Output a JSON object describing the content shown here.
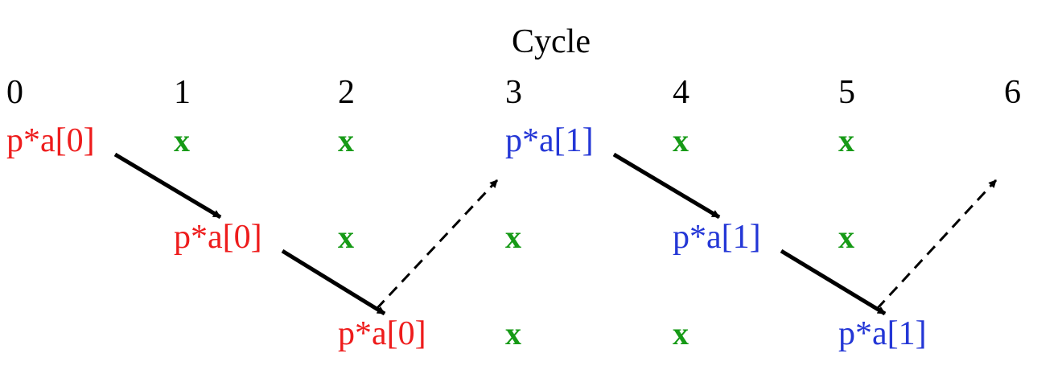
{
  "header": {
    "title": "Cycle"
  },
  "cycles": [
    "0",
    "1",
    "2",
    "3",
    "4",
    "5",
    "6"
  ],
  "colors": {
    "red": "#ee1c1c",
    "blue": "#2437d6",
    "green": "#169a16",
    "arrow": "#000000"
  },
  "rows": [
    {
      "cells": [
        {
          "col": 0,
          "text": "p*a[0]",
          "color": "red"
        },
        {
          "col": 1,
          "text": "x",
          "color": "green"
        },
        {
          "col": 2,
          "text": "x",
          "color": "green"
        },
        {
          "col": 3,
          "text": "p*a[1]",
          "color": "blue"
        },
        {
          "col": 4,
          "text": "x",
          "color": "green"
        },
        {
          "col": 5,
          "text": "x",
          "color": "green"
        }
      ]
    },
    {
      "cells": [
        {
          "col": 1,
          "text": "p*a[0]",
          "color": "red"
        },
        {
          "col": 2,
          "text": "x",
          "color": "green"
        },
        {
          "col": 3,
          "text": "x",
          "color": "green"
        },
        {
          "col": 4,
          "text": "p*a[1]",
          "color": "blue"
        },
        {
          "col": 5,
          "text": "x",
          "color": "green"
        }
      ]
    },
    {
      "cells": [
        {
          "col": 2,
          "text": "p*a[0]",
          "color": "red"
        },
        {
          "col": 3,
          "text": "x",
          "color": "green"
        },
        {
          "col": 4,
          "text": "x",
          "color": "green"
        },
        {
          "col": 5,
          "text": "p*a[1]",
          "color": "blue"
        }
      ]
    }
  ],
  "arrows": [
    {
      "from": [
        0,
        0
      ],
      "to": [
        1,
        1
      ],
      "style": "solid"
    },
    {
      "from": [
        1,
        1
      ],
      "to": [
        2,
        2
      ],
      "style": "solid"
    },
    {
      "from": [
        2,
        2
      ],
      "to": [
        3,
        0
      ],
      "style": "dashed"
    },
    {
      "from": [
        3,
        0
      ],
      "to": [
        4,
        1
      ],
      "style": "solid"
    },
    {
      "from": [
        4,
        1
      ],
      "to": [
        5,
        2
      ],
      "style": "solid"
    },
    {
      "from": [
        5,
        2
      ],
      "to": [
        6,
        0
      ],
      "style": "dashed"
    }
  ]
}
